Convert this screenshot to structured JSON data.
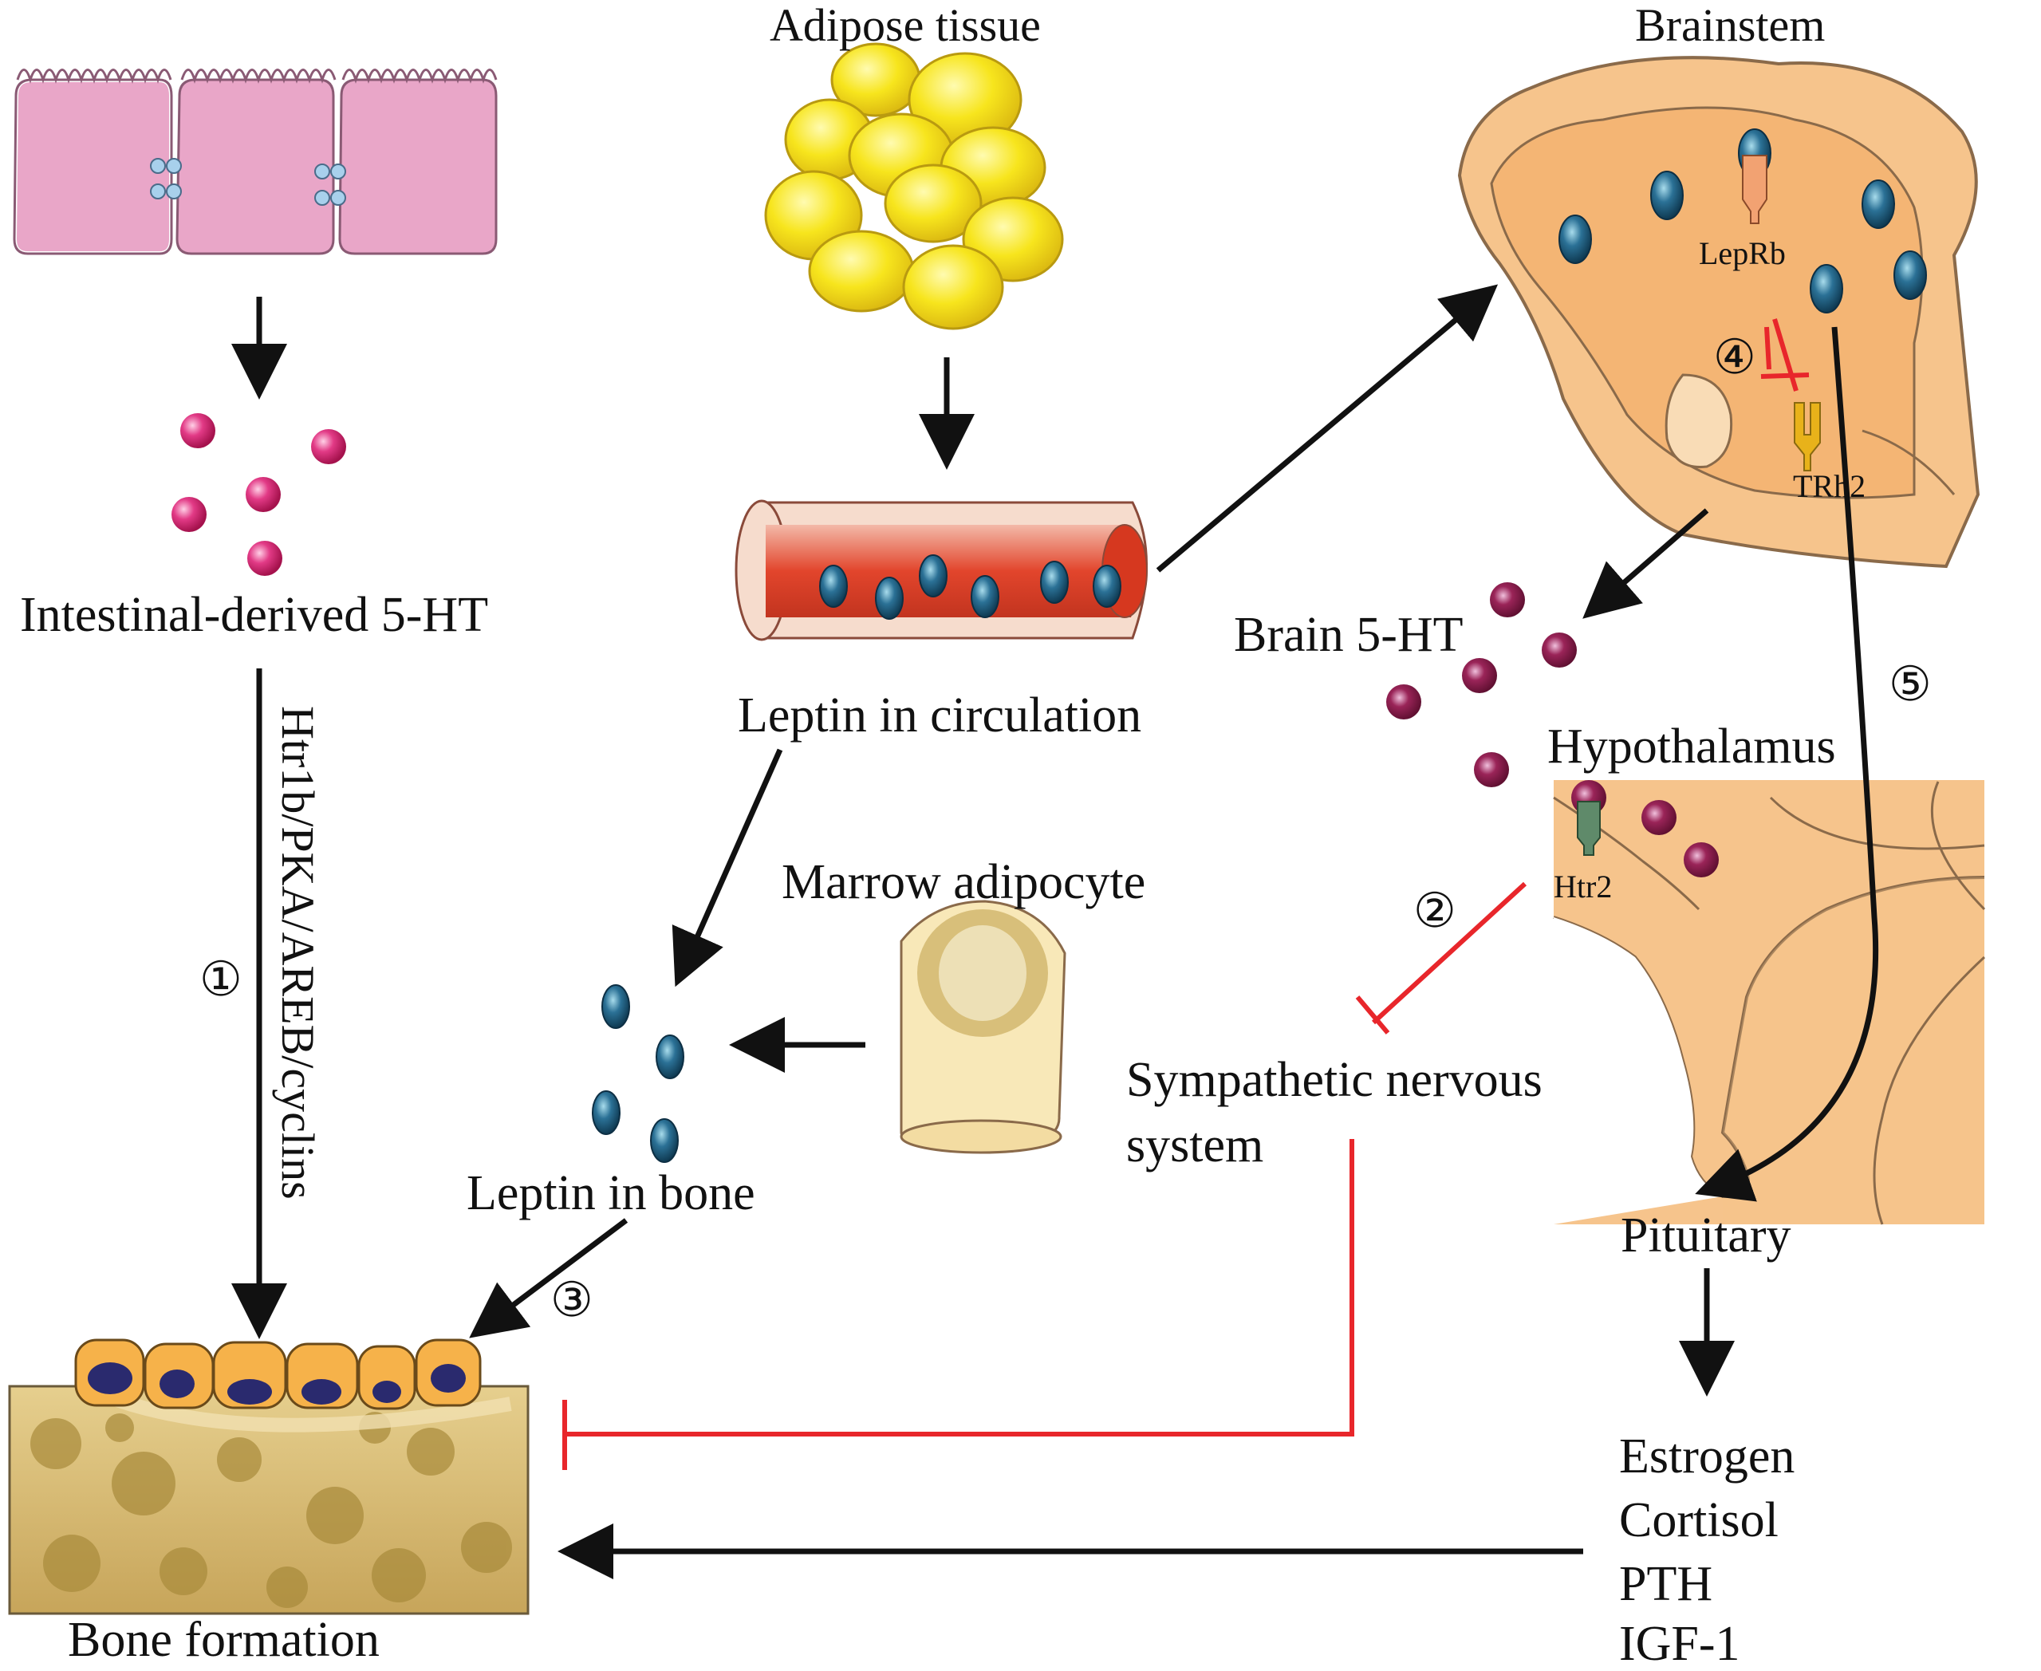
{
  "labels": {
    "adipose_tissue": "Adipose tissue",
    "brainstem": "Brainstem",
    "intestinal_5ht": "Intestinal-derived 5-HT",
    "leptin_circulation": "Leptin in circulation",
    "brain_5ht": "Brain 5-HT",
    "hypothalamus": "Hypothalamus",
    "marrow_adipocyte": "Marrow adipocyte",
    "leptin_bone": "Leptin in bone",
    "sympathetic_line1": "Sympathetic nervous",
    "sympathetic_line2": "system",
    "pituitary": "Pituitary",
    "bone_formation": "Bone formation",
    "pathway": "Htr1b/PKA/AREB/cyclins",
    "leprb": "LepRb",
    "trh2": "TRh2",
    "htr2": "Htr2",
    "hormones": [
      "Estrogen",
      "Cortisol",
      "PTH",
      "IGF-1"
    ]
  },
  "steps": [
    "①",
    "②",
    "③",
    "④",
    "⑤"
  ],
  "colors": {
    "activation_arrow": "#111111",
    "inhibition": "#e8262b",
    "serotonin_gut": "#d6226d",
    "serotonin_brain": "#8c1a4a",
    "leptin": "#1f5f7e",
    "adipocyte": "#f4e21a",
    "intestine": "#e9a6c8",
    "brain_tissue": "#f6c48c",
    "bone": "#cdb06a",
    "blood": "#e0452d"
  }
}
